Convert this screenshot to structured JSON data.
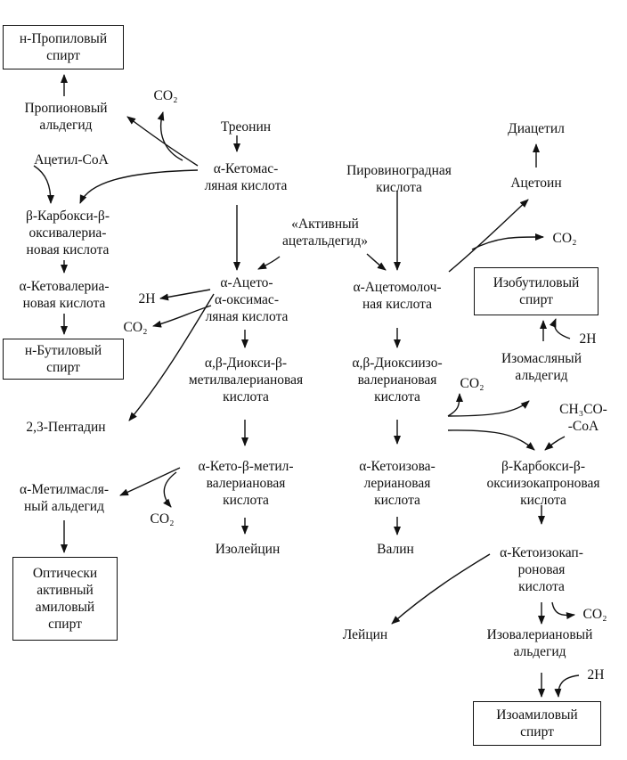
{
  "boxes": {
    "propyl_alcohol": "н-Пропиловый\nспирт",
    "butyl_alcohol": "н-Бутиловый\nспирт",
    "amyl_alcohol": "Оптически\nактивный\nамиловый\nспирт",
    "isobutyl_alcohol": "Изобутиловый\nспирт",
    "isoamyl_alcohol": "Изоамиловый\nспирт"
  },
  "labels": {
    "propionaldehyde": "Пропионовый\nальдегид",
    "co2_1": "CO₂",
    "threonine": "Треонин",
    "acetyl_coa": "Ацетил-CoA",
    "ketobutyric": "α-Кетомас-\nляная кислота",
    "carboxy_hydroxyvaleric": "β-Карбокси-β-\nоксивалериа-\nновая кислота",
    "ketovaleric": "α-Кетовалериа-\nновая кислота",
    "h2_1": "2H",
    "co2_2": "CO₂",
    "acetohydroxybutyric": "α-Ацето-\nα-оксимас-\nляная кислота",
    "active_acetaldehyde": "«Активный\nацетальдегид»",
    "pyruvic": "Пировиноградная\nкислота",
    "acetolactic": "α-Ацетомолоч-\nная кислота",
    "diacetyl": "Диацетил",
    "acetoin": "Ацетоин",
    "co2_3": "CO₂",
    "h2_2": "2H",
    "isobutyraldehyde": "Изомасляный\nальдегид",
    "dihydroxymethylvaleric": "α,β-Диокси-β-\nметилвалериановая\nкислота",
    "dihydroxyisovaleric": "α,β-Диоксиизо-\nвалериановая\nкислота",
    "co2_4": "CO₂",
    "ch3co_coa": "CH₃CO-\n-CoA",
    "pentadione": "2,3-Пентадин",
    "keto_methylvaleric": "α-Кето-β-метил-\nвалериановая\nкислота",
    "ketoisovaleric": "α-Кетоизова-\nлериановая\nкислота",
    "carboxy_hydroxyisocaproic": "β-Карбокси-β-\nоксиизокапроновая\nкислота",
    "methylbutyraldehyde": "α-Метилмасля-\nный альдегид",
    "co2_5": "CO₂",
    "isoleucine": "Изолейцин",
    "valine": "Валин",
    "ketoisocaproic": "α-Кетоизокап-\nроновая\nкислота",
    "leucine": "Лейцин",
    "isovaleraldehyde": "Изовалериановый\nальдегид",
    "co2_6": "CO₂",
    "h2_3": "2H"
  }
}
